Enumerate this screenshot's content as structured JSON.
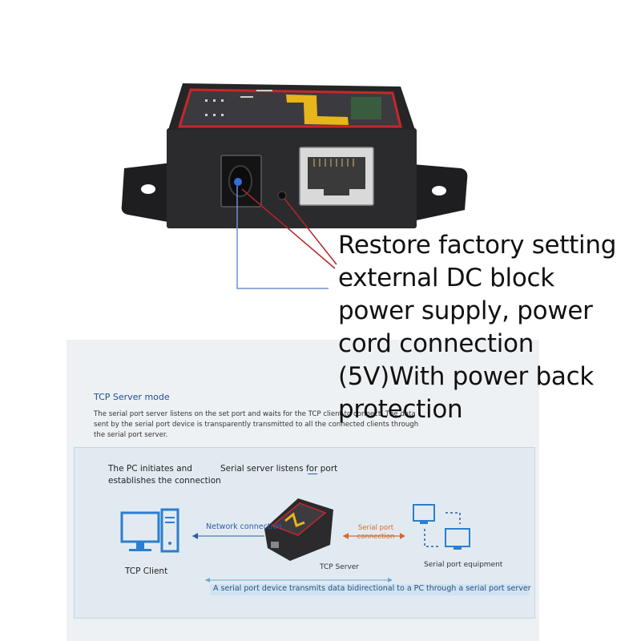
{
  "caption": {
    "lines": [
      "Restore factory setting",
      "external DC block",
      "power supply, power",
      "cord connection",
      "(5V)With power back",
      "protection"
    ]
  },
  "diagram": {
    "title": "TCP Server mode",
    "description": "The serial port server listens on the set port and waits for the TCP client to connect. The data sent by the serial port device is transparently transmitted to all the connected clients through the serial port server.",
    "pc_initiates": [
      "The PC initiates and",
      "establishes the connection"
    ],
    "server_listens": "Serial server listens for port",
    "network_connection": "Network connection",
    "serial_port_connection": [
      "Serial port",
      "connection"
    ],
    "tcp_client": "TCP Client",
    "tcp_server": "TCP Server",
    "serial_equipment": "Serial port equipment",
    "bottom_note": "A serial port device transmits data bidirectional to a PC through a serial port server"
  },
  "colors": {
    "device_body": "#2b2b2d",
    "device_accent_red": "#c8262a",
    "device_label_yellow": "#e8b51a",
    "leader_red": "#b3262a",
    "leader_blue": "#6f8fd0",
    "diagram_blue": "#2a5da8",
    "diagram_orange": "#d86a2b"
  },
  "icons": [
    "dc-jack-icon",
    "reset-button-icon",
    "rj45-port-icon",
    "mounting-bracket-icon",
    "pc-monitor-icon",
    "pc-tower-icon",
    "serial-equipment-icon"
  ]
}
